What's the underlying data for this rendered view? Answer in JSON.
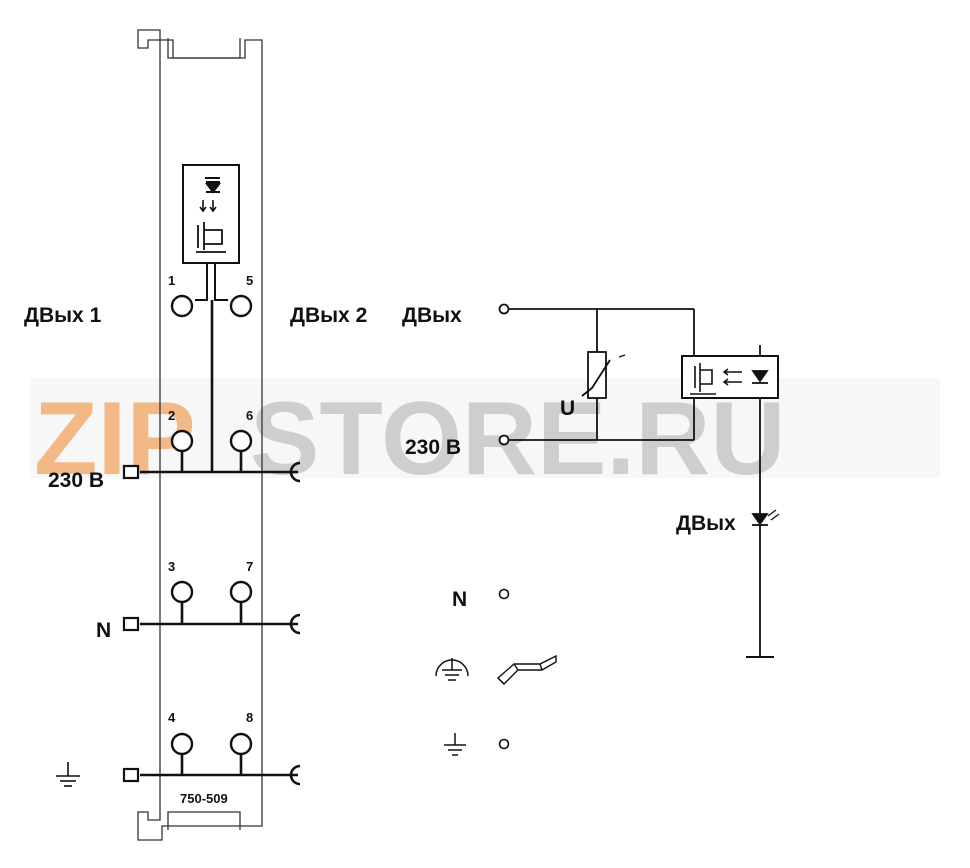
{
  "watermark": {
    "part1": "ZIP",
    "part2": "STORE.RU",
    "color1": "#f2b27a",
    "color2": "#c8c8c8"
  },
  "module": {
    "model": "750-509",
    "terminals": [
      "1",
      "5",
      "2",
      "6",
      "3",
      "7",
      "4",
      "8"
    ]
  },
  "labels": {
    "out1": "ДВых 1",
    "out2": "ДВых 2",
    "out_right": "ДВых",
    "v230_left": "230 В",
    "v230_right": "230 В",
    "n_left": "N",
    "n_right": "N",
    "u": "U",
    "led_label": "ДВых"
  },
  "colors": {
    "line": "#111111",
    "module_outline": "#333333"
  }
}
